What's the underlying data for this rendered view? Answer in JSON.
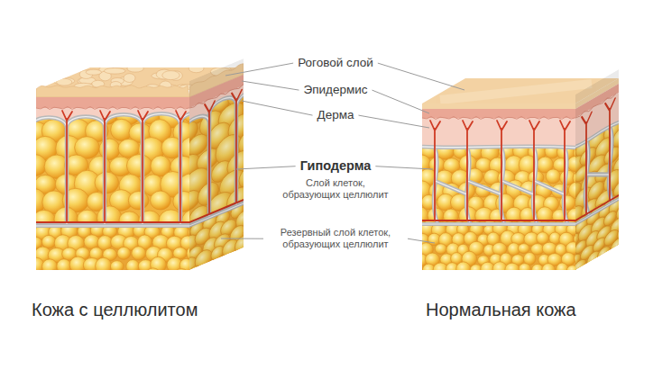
{
  "diagram": {
    "labels": [
      "Роговой слой",
      "Эпидермис",
      "Дерма",
      "Гиподерма",
      "Слой клеток, образующих целлюлит",
      "Резервный слой клеток, образующих целлюлит",
      "Кожа с целлюлитом",
      "Нормальная кожа"
    ]
  }
}
